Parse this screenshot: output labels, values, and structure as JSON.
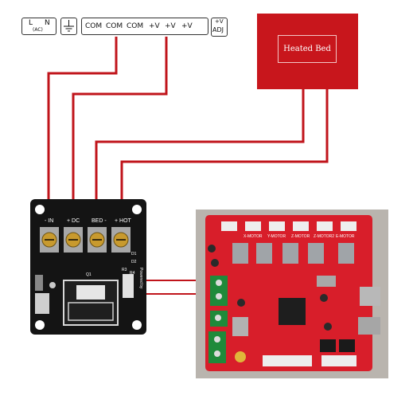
{
  "terminal_block": {
    "l_label": "L",
    "n_label": "N",
    "ac_label": "(AC)",
    "ground_icon": "ground-icon",
    "com1": "COM",
    "com2": "COM",
    "com3": "COM",
    "v1": "+V",
    "v2": "+V",
    "v3": "+V",
    "adj_top": "+V",
    "adj_bottom": "ADJ"
  },
  "heated_bed": {
    "label": "Heated Bed",
    "color": "#c8161c"
  },
  "mosfet_board": {
    "terminal_labels": [
      "- IN",
      "+ DC",
      "BED -",
      "+ HOT"
    ],
    "led_labels": [
      "D1",
      "D2"
    ],
    "resistor_labels": [
      "R3",
      "R4"
    ],
    "side_label": "Powered by",
    "chip_label": "Q1"
  },
  "controller_board": {
    "header_labels": [
      "X-MOTOR",
      "Y-MOTOR",
      "Z-MOTOR",
      "Z-MOTOR2",
      "E-MOTOR"
    ],
    "color": "#d81e2a"
  },
  "wire_color": "#c0141b"
}
